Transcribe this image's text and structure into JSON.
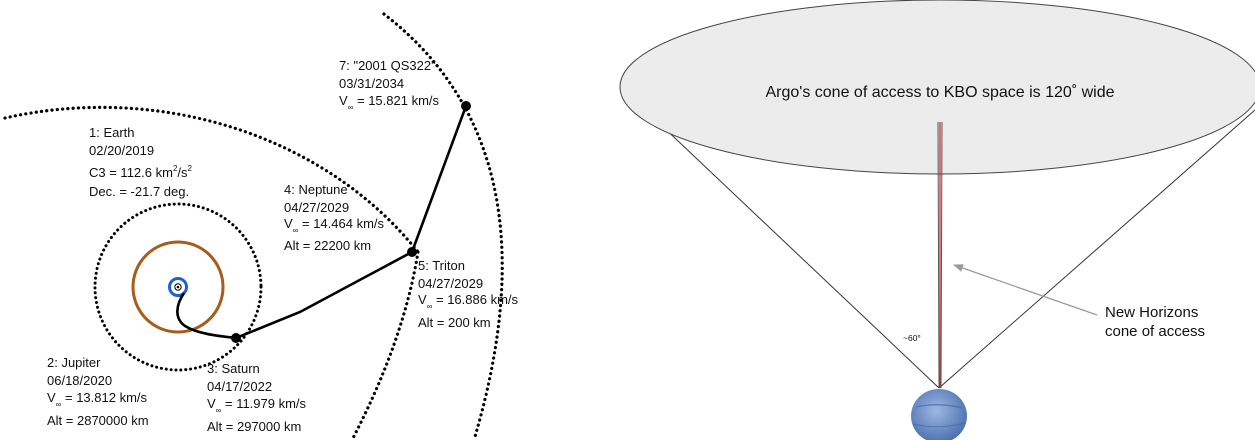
{
  "trajectory": {
    "earth": {
      "name": "1: Earth",
      "date": "02/20/2019",
      "c3_prefix": "C3 = 112.6 km",
      "c3_sup1": "2",
      "c3_mid": "/s",
      "c3_sup2": "2",
      "dec": "Dec. = -21.7 deg."
    },
    "jupiter": {
      "name": "2: Jupiter",
      "date": "06/18/2020",
      "vinf_prefix": "V",
      "vinf_sub": "∞",
      "vinf_value": " = 13.812 km/s",
      "alt": "Alt = 2870000 km"
    },
    "saturn": {
      "name": "3: Saturn",
      "date": "04/17/2022",
      "vinf_prefix": "V",
      "vinf_sub": "∞",
      "vinf_value": " = 11.979 km/s",
      "alt": "Alt = 297000 km"
    },
    "neptune": {
      "name": "4: Neptune",
      "date": "04/27/2029",
      "vinf_prefix": "V",
      "vinf_sub": "∞",
      "vinf_value": " = 14.464 km/s",
      "alt": "Alt = 22200 km"
    },
    "triton": {
      "name": "5: Triton",
      "date": "04/27/2029",
      "vinf_prefix": "V",
      "vinf_sub": "∞",
      "vinf_value": " = 16.886 km/s",
      "alt": "Alt = 200 km"
    },
    "kbo": {
      "name": "7: \"2001 QS322\"",
      "date": "03/31/2034",
      "vinf_prefix": "V",
      "vinf_sub": "∞",
      "vinf_value": " = 15.821 km/s"
    }
  },
  "cone": {
    "title": "Argo's cone of access to KBO space is 120˚ wide",
    "angle_label": "~60°",
    "nh_line1": "New Horizons",
    "nh_line2": "cone of access",
    "colors": {
      "ellipse_fill": "#ececec",
      "red_line": "#cc2222",
      "arrow": "#999999",
      "neptune": "#6f93c9"
    }
  },
  "colors": {
    "jupiter_orbit": "#a65c1a",
    "earth_orbit": "#1f5fd0",
    "trajectory": "#000000"
  }
}
